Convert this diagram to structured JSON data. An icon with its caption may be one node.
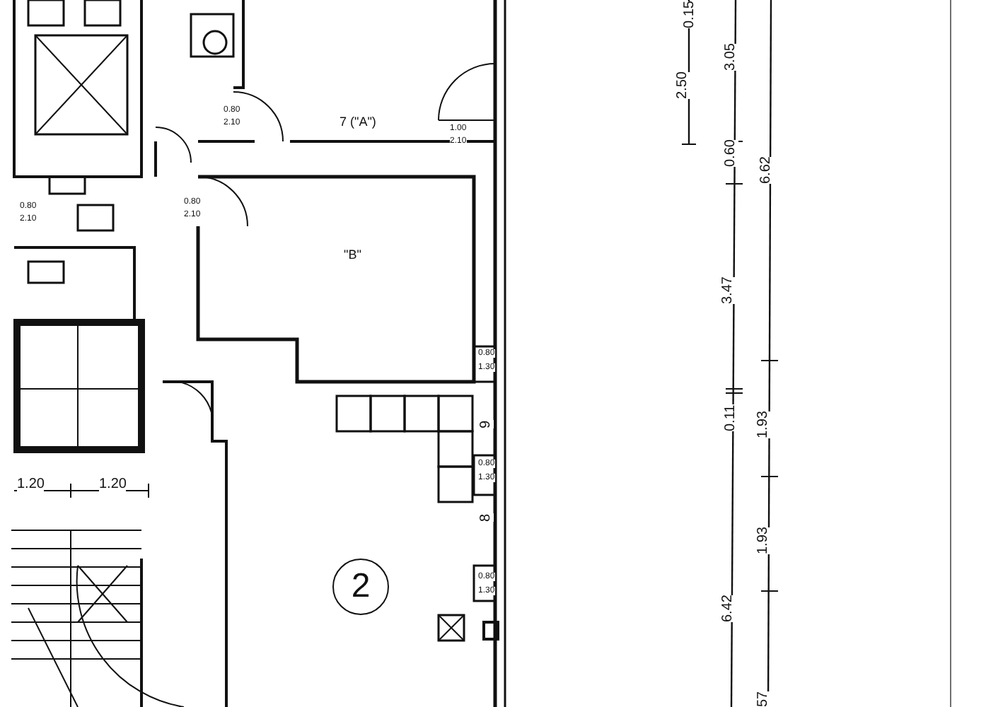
{
  "diagram": {
    "nodes": [
      {
        "text": [
          "7 (\"A\")"
        ]
      },
      {
        "text": [
          "\"B\""
        ]
      },
      {
        "text": [
          "2"
        ]
      }
    ],
    "labels": [
      "1.00",
      "2.10",
      "0.80",
      "2.10",
      "0.80",
      "2.10",
      "0.80",
      "2.10",
      "0.15",
      "3.05",
      "2.50",
      "0.60",
      "6.62",
      "3.47",
      "0.11",
      "1.93",
      "1.93",
      "6.42",
      "57",
      "0.80",
      "1.30",
      "9",
      "0.80",
      "1.30",
      "1.20",
      "1.20",
      "8",
      "0.80",
      "1.30"
    ]
  }
}
